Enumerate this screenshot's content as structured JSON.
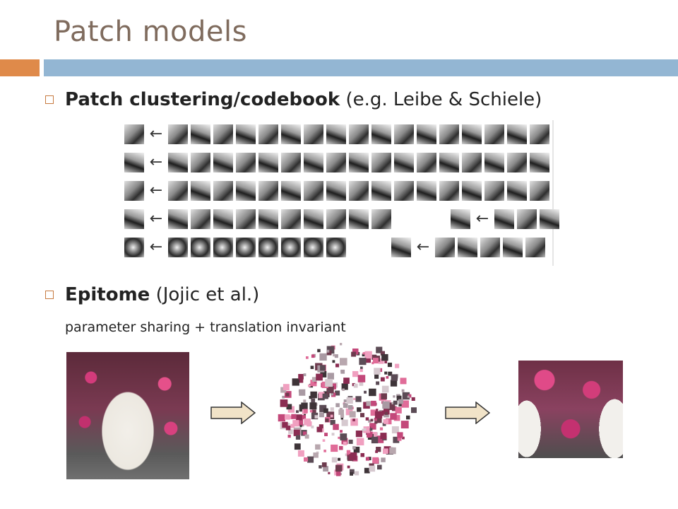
{
  "slide": {
    "title": "Patch models",
    "bullets": [
      {
        "bold": "Patch clustering/codebook",
        "rest": " (e.g. Leibe & Schiele)"
      },
      {
        "bold": "Epitome",
        "rest": " (Jojic et al.)"
      }
    ],
    "epitome_subtext": "parameter sharing + translation invariant"
  },
  "colors": {
    "title": "#7f6b5d",
    "accent_orange": "#df8a4a",
    "accent_blue": "#93b6d3",
    "arrow_fill": "#f1e3c8"
  },
  "icons": {
    "bullet": "square-bullet-icon",
    "flow": "right-arrow-icon",
    "codebook_arrow": "left-arrow-icon"
  }
}
